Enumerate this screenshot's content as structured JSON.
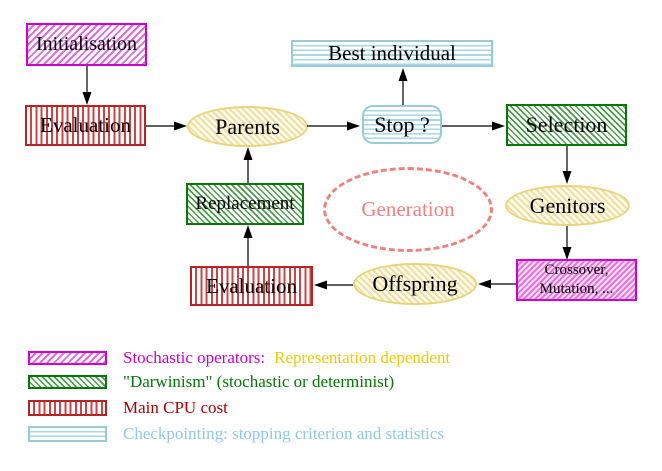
{
  "nodes": {
    "initialisation": {
      "label": "Initialisation"
    },
    "evaluation_top": {
      "label": "Evaluation"
    },
    "parents": {
      "label": "Parents"
    },
    "best_individual": {
      "label": "Best individual"
    },
    "stop": {
      "label": "Stop ?"
    },
    "selection": {
      "label": "Selection"
    },
    "replacement": {
      "label": "Replacement"
    },
    "generation": {
      "label": "Generation"
    },
    "genitors": {
      "label": "Genitors"
    },
    "evaluation_bottom": {
      "label": "Evaluation"
    },
    "offspring": {
      "label": "Offspring"
    },
    "crossover": {
      "line1": "Crossover,",
      "line2": "Mutation, ..."
    }
  },
  "legend": {
    "stochastic": {
      "label": "Stochastic operators:",
      "suffix": "Representation dependent"
    },
    "darwinism": {
      "label": "\"Darwinism\" (stochastic or determinist)"
    },
    "cpu": {
      "label": "Main CPU cost"
    },
    "checkpointing": {
      "label": "Checkpointing: stopping criterion and statistics"
    }
  },
  "colors": {
    "magenta": "#cc00cc",
    "green": "#067606",
    "red_border": "#bb2222",
    "red_text": "#aa0000",
    "light_blue_border": "#99cada",
    "light_blue_text": "#8fc8e8",
    "gold_border": "#e9d47c",
    "yellow_text": "#eecc00",
    "salmon": "#f08080"
  }
}
